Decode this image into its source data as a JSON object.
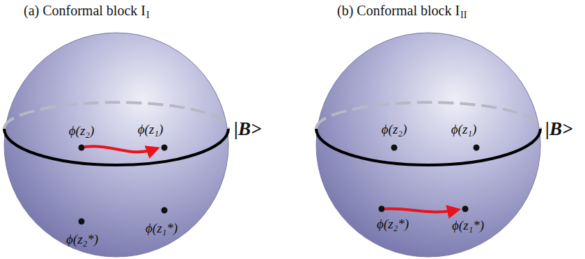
{
  "diagram": {
    "labels": [
      "(a) Conformal block I",
      "I",
      "(b) Conformal block I",
      "II",
      "ϕ(z₂)",
      "ϕ(z₁)",
      "ϕ(z₂*)",
      "ϕ(z₁*)",
      "|B>",
      "ϕ(z₂)",
      "ϕ(z₁)",
      "ϕ(z₂*)",
      "ϕ(z₁*)",
      "|B>"
    ]
  }
}
